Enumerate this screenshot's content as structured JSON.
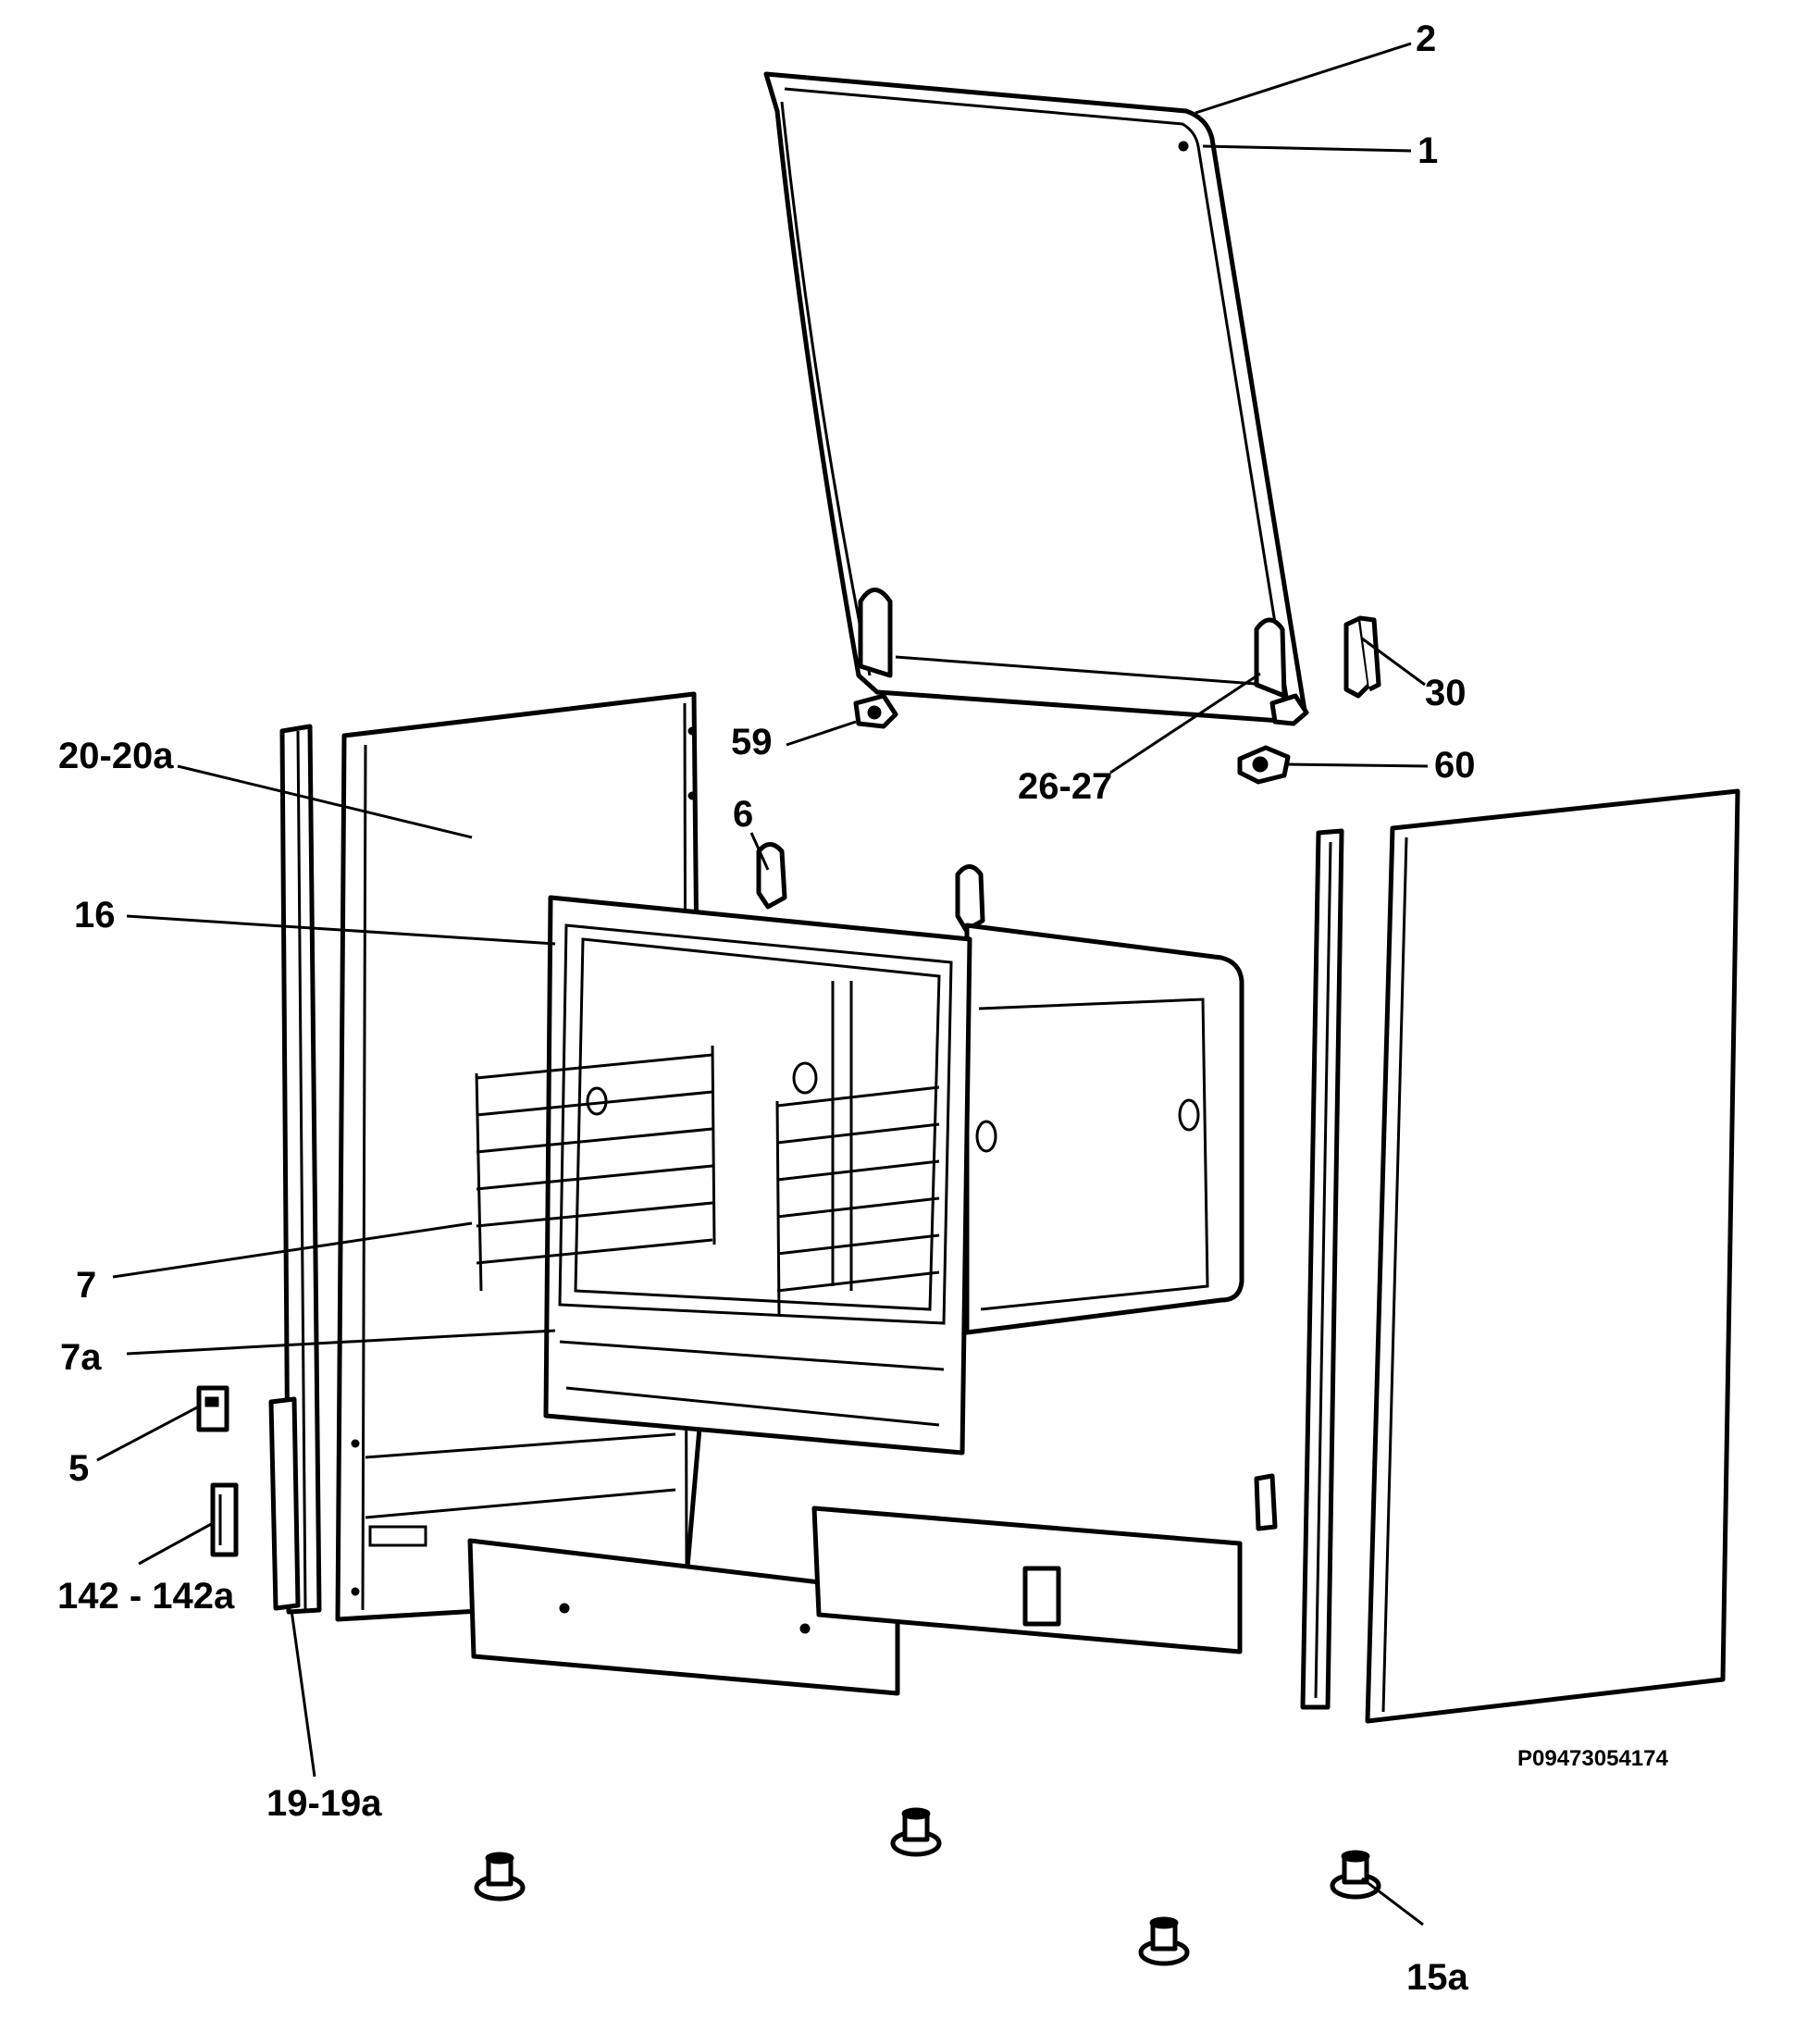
{
  "diagram": {
    "drawing_code": "P09473054174",
    "callouts": [
      {
        "id": "c1",
        "text": "1"
      },
      {
        "id": "c2",
        "text": "2"
      },
      {
        "id": "c30",
        "text": "30"
      },
      {
        "id": "c59",
        "text": "59"
      },
      {
        "id": "c26",
        "text": "26-27"
      },
      {
        "id": "c60",
        "text": "60"
      },
      {
        "id": "c20",
        "text": "20-20a"
      },
      {
        "id": "c6",
        "text": "6"
      },
      {
        "id": "c16",
        "text": "16"
      },
      {
        "id": "c7",
        "text": "7"
      },
      {
        "id": "c7a",
        "text": "7a"
      },
      {
        "id": "c5",
        "text": "5"
      },
      {
        "id": "c142",
        "text": "142 - 142a"
      },
      {
        "id": "c19",
        "text": "19-19a"
      },
      {
        "id": "c15a",
        "text": "15a"
      }
    ]
  }
}
